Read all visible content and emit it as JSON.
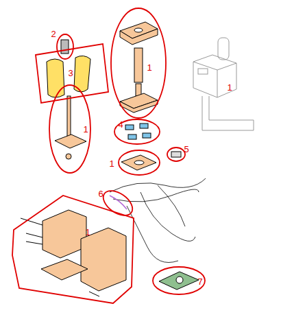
{
  "diagram": {
    "labels": [
      "2",
      "1",
      "3",
      "1",
      "1",
      "4",
      "5",
      "1",
      "6",
      "1",
      "7"
    ]
  }
}
